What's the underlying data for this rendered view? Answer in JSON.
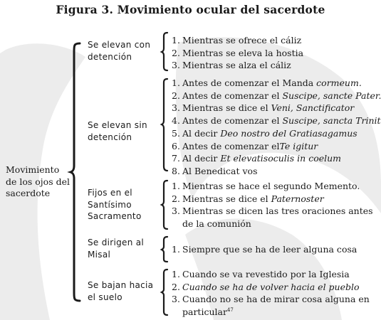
{
  "figure": {
    "title": "Figura 3. Movimiento ocular del sacerdote",
    "root_label": "Movimiento de los ojos del sacerdote"
  },
  "categories": [
    {
      "label": "Se elevan con detención",
      "items": [
        {
          "num": "1.",
          "text": "Mientras se ofrece el cáliz"
        },
        {
          "num": "2.",
          "text": "Mientras se eleva la hostia"
        },
        {
          "num": "3.",
          "text": "Mientras se alza el cáliz"
        }
      ]
    },
    {
      "label": "Se elevan sin detención",
      "items": [
        {
          "num": "1.",
          "text": "Antes de comenzar el Manda ",
          "italic": "cormeum."
        },
        {
          "num": "2.",
          "text": "Antes de comenzar el ",
          "italic": "Suscipe, sancte Pater."
        },
        {
          "num": "3.",
          "text": "Mientras se dice el ",
          "italic": "Veni, Sanctificator"
        },
        {
          "num": "4.",
          "text": "Antes de comenzar el ",
          "italic": "Suscipe, sancta Trinitas"
        },
        {
          "num": "5.",
          "text": "Al decir ",
          "italic": "Deo nostro del Gratiasagamus"
        },
        {
          "num": "6.",
          "text": "Antes de comenzar el",
          "italic": "Te igitur"
        },
        {
          "num": "7.",
          "text": "Al decir ",
          "italic": "Et elevatisoculis in coelum"
        },
        {
          "num": "8.",
          "text": "Al Benedicat vos"
        }
      ]
    },
    {
      "label": "Fijos en el Santísimo Sacramento",
      "items": [
        {
          "num": "1.",
          "text": "Mientras se hace el segundo Memento."
        },
        {
          "num": "2.",
          "text": "Mientras se dice el ",
          "italic": "Paternoster"
        },
        {
          "num": "3.",
          "text": "Mientras se dicen las tres oraciones antes de la comunión"
        }
      ]
    },
    {
      "label": "Se dirigen al Misal",
      "items": [
        {
          "num": "1.",
          "text": "Siempre que se ha de leer alguna cosa"
        }
      ]
    },
    {
      "label": "Se bajan hacia el suelo",
      "items": [
        {
          "num": "1.",
          "text": "Cuando se va revestido por la Iglesia"
        },
        {
          "num": "2.",
          "italic": "Cuando se ha de volver hacia el pueblo"
        },
        {
          "num": "3.",
          "text": "Cuando no se ha de mirar cosa alguna en particular",
          "note": "47"
        }
      ]
    }
  ]
}
